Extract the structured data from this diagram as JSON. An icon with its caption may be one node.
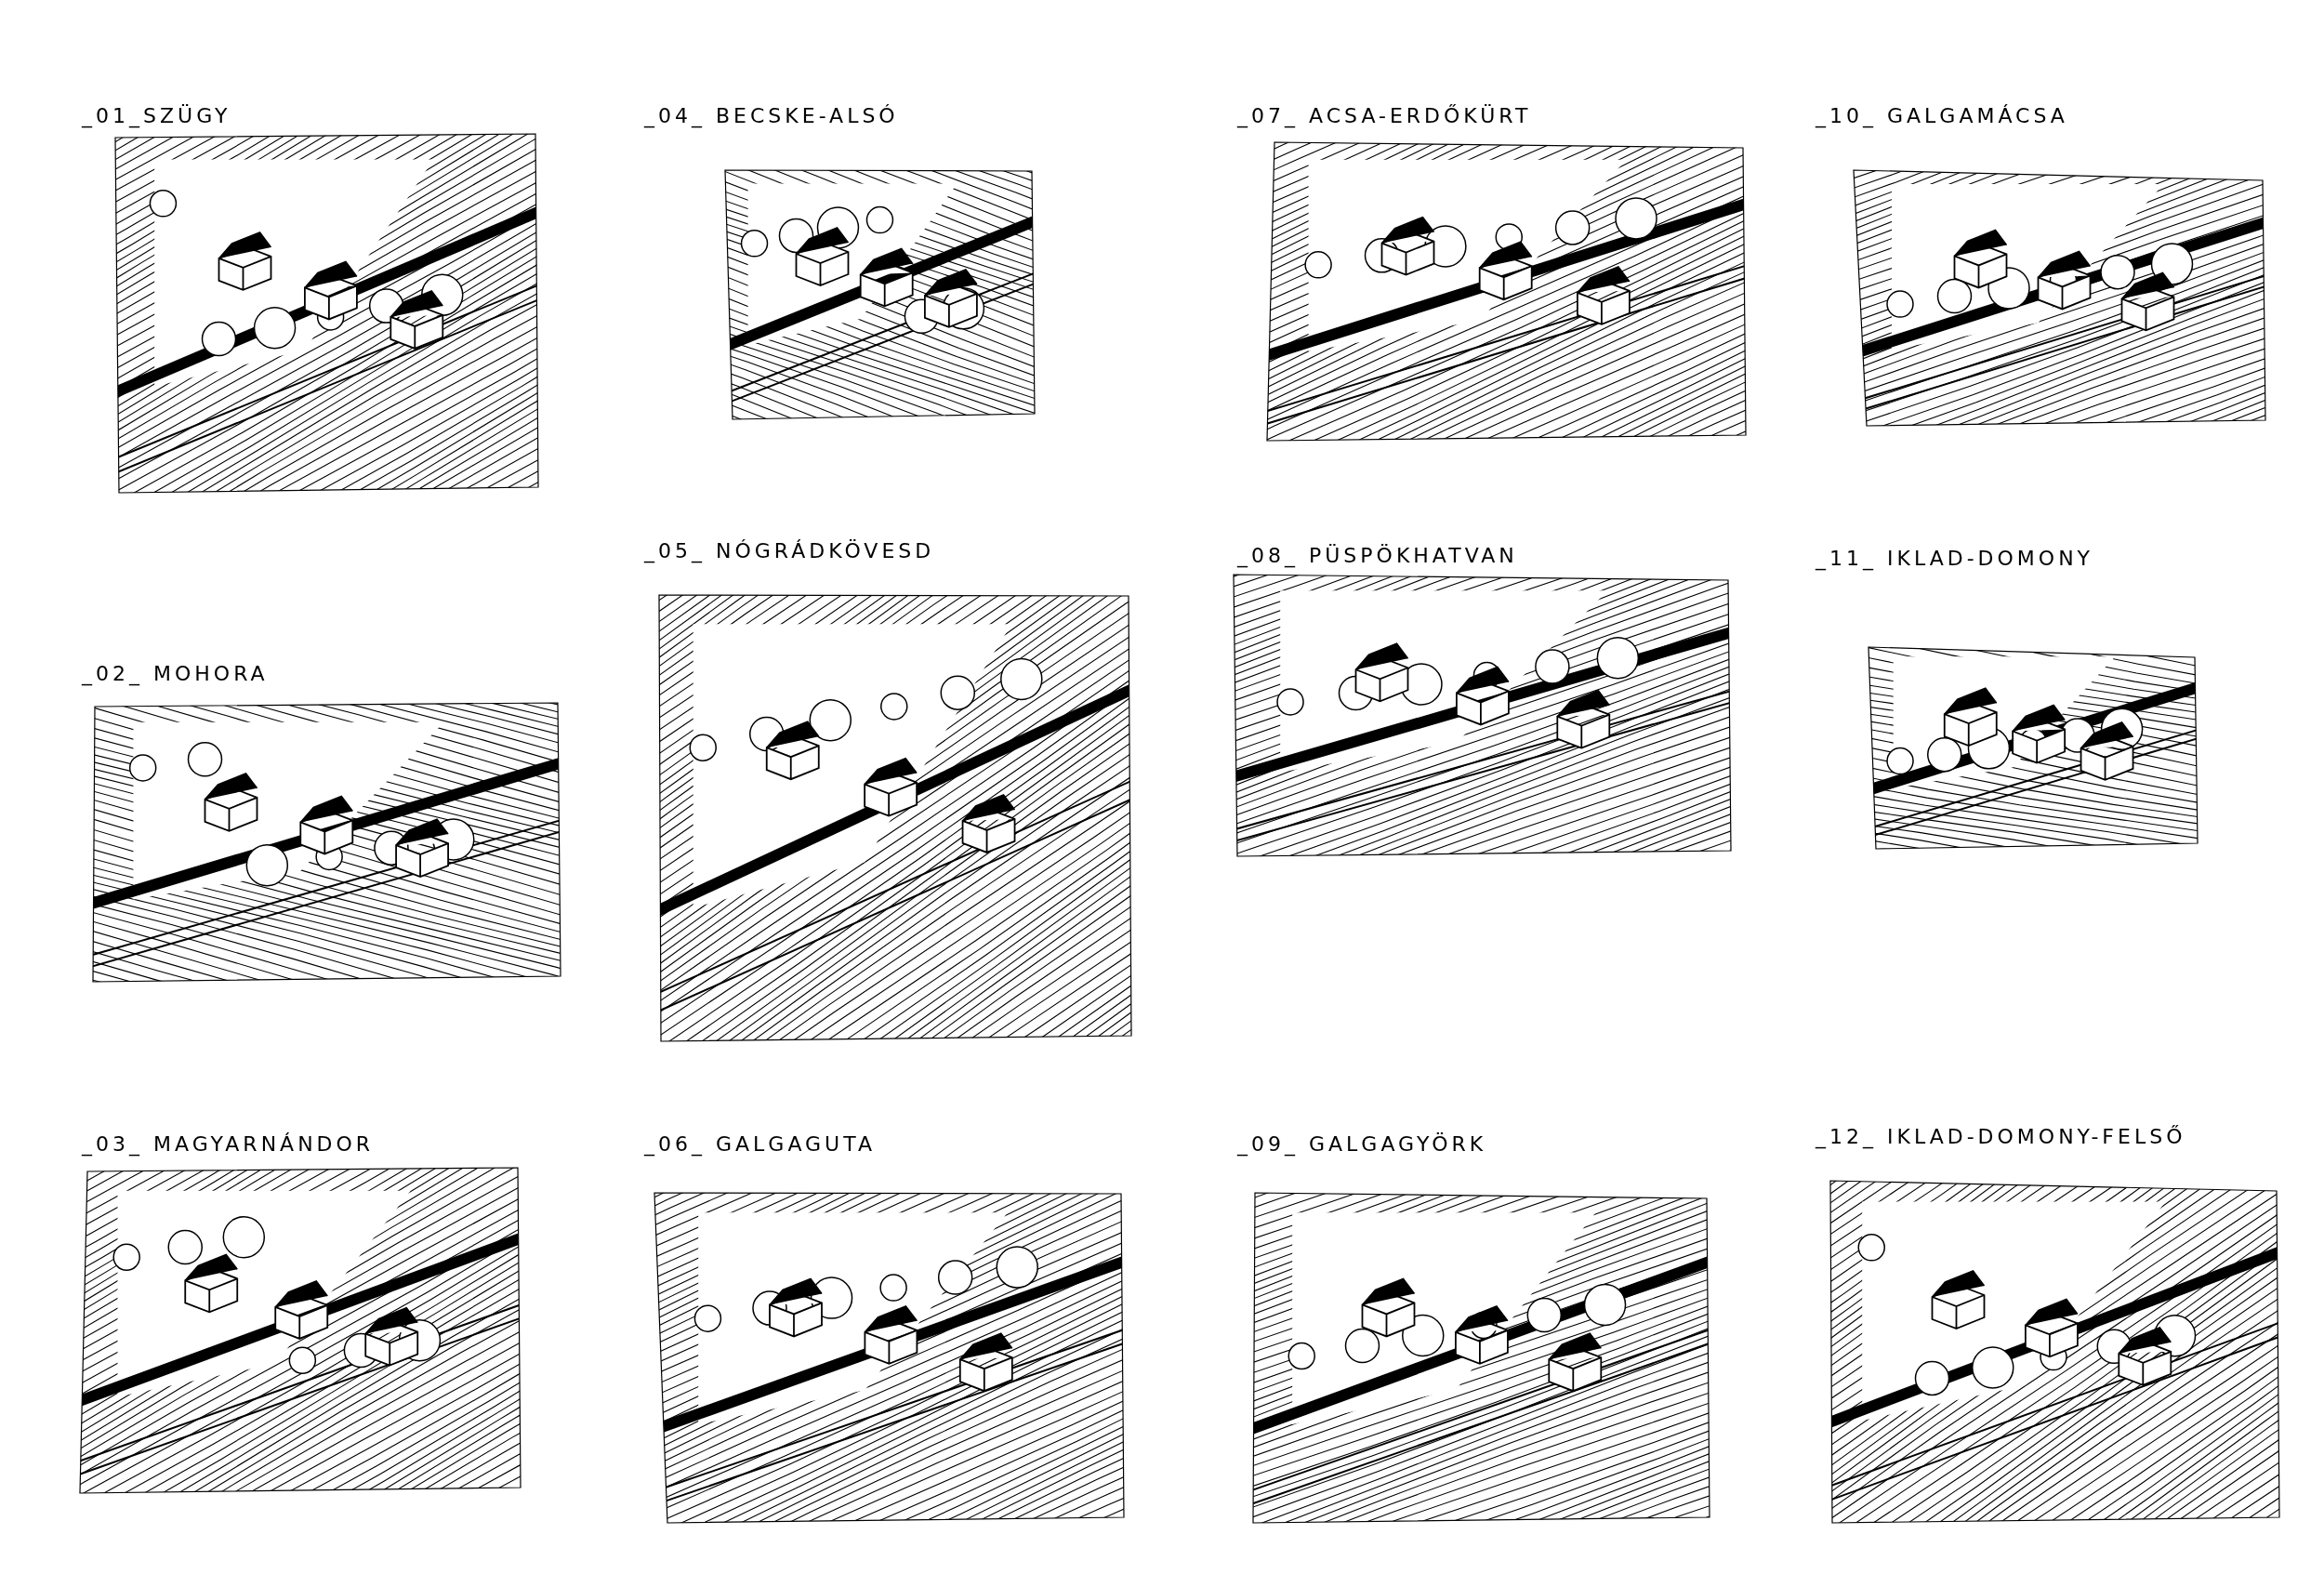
{
  "diagram": {
    "labels": [
      "_01_SZÜGY",
      "_04_ BECSKE-ALSÓ",
      "_07_ ACSA-ERDŐKÜRT",
      "_10_ GALGAMÁCSA",
      "_02_ MOHORA",
      "_05_ NÓGRÁDKÖVESD",
      "_08_ PÜSPÖKHATVAN",
      "_11_ IKLAD-DOMONY",
      "_03_ MAGYARNÁNDOR",
      "_06_ GALGAGUTA",
      "_09_ GALGAGYÖRK",
      "_12_ IKLAD-DOMONY-FELSŐ"
    ]
  }
}
